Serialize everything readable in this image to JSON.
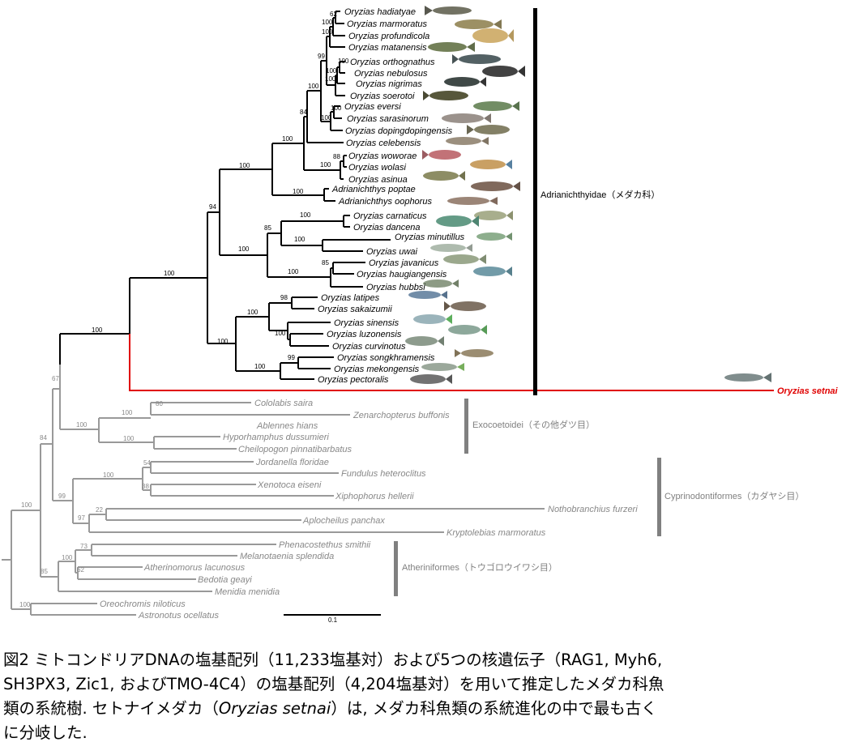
{
  "taxa": {
    "hadiatyae": "Oryzias hadiatyae",
    "marmoratus": "Oryzias marmoratus",
    "profundicola": "Oryzias profundicola",
    "matanensis": "Oryzias matanensis",
    "orthognathus": "Oryzias orthognathus",
    "nebulosus": "Oryzias nebulosus",
    "nigrimas": "Oryzias nigrimas",
    "soerotoi": "Oryzias soerotoi",
    "eversi": "Oryzias eversi",
    "sarasinorum": "Oryzias sarasinorum",
    "dopingdopingensis": "Oryzias dopingdopingensis",
    "celebensis": "Oryzias celebensis",
    "woworae": "Oryzias woworae",
    "wolasi": "Oryzias wolasi",
    "asinua": "Oryzias asinua",
    "poptae": "Adrianichthys poptae",
    "oophorus": "Adrianichthys oophorus",
    "carnaticus": "Oryzias carnaticus",
    "dancena": "Oryzias dancena",
    "minutillus": "Oryzias minutillus",
    "uwai": "Oryzias uwai",
    "javanicus": "Oryzias javanicus",
    "haugiangensis": "Oryzias haugiangensis",
    "hubbsi": "Oryzias hubbsi",
    "latipes": "Oryzias latipes",
    "sakaizumii": "Oryzias sakaizumii",
    "sinensis": "Oryzias sinensis",
    "luzonensis": "Oryzias luzonensis",
    "curvinotus": "Oryzias curvinotus",
    "songkhramensis": "Oryzias songkhramensis",
    "mekongensis": "Oryzias mekongensis",
    "pectoralis": "Oryzias pectoralis",
    "setnai": "Oryzias setnai",
    "saira": "Cololabis saira",
    "buffonis": "Zenarchopterus buffonis",
    "hians": "Ablennes hians",
    "dussumieri": "Hyporhamphus dussumieri",
    "pinnatibarbatus": "Cheilopogon pinnatibarbatus",
    "floridae": "Jordanella floridae",
    "heteroclitus": "Fundulus heteroclitus",
    "eiseni": "Xenotoca eiseni",
    "hellerii": "Xiphophorus hellerii",
    "furzeri": "Nothobranchius furzeri",
    "panchax": "Aplocheilus panchax",
    "kmarmoratus": "Kryptolebias marmoratus",
    "smithii": "Phenacostethus smithii",
    "splendida": "Melanotaenia splendida",
    "lacunosus": "Atherinomorus lacunosus",
    "geayi": "Bedotia geayi",
    "menidia": "Menidia menidia",
    "niloticus": "Oreochromis niloticus",
    "ocellatus": "Astronotus ocellatus"
  },
  "support": {
    "s62": "62",
    "s100a": "100",
    "s100b": "100",
    "s99a": "99",
    "s100c": "100",
    "s100d": "100",
    "s100e": "100",
    "s100f": "100",
    "s84a": "84",
    "s100g": "100",
    "s100h": "100",
    "s88": "88",
    "s100i": "100",
    "s100j": "100",
    "s94": "94",
    "s85a": "85",
    "s100k": "100",
    "s100l": "100",
    "s100m": "100",
    "s85b": "85",
    "s100n": "100",
    "s100o": "100",
    "s98": "98",
    "s100p": "100",
    "s99b": "99",
    "s100q": "100",
    "s100r": "100",
    "s100s": "100",
    "o67": "67",
    "o80": "80",
    "o100a": "100",
    "o100b": "100",
    "o100c": "100",
    "o84": "84",
    "o54": "54",
    "o38": "38",
    "o100d": "100",
    "o22": "22",
    "o97": "97",
    "o99": "99",
    "o73": "73",
    "o62": "62",
    "o100e": "100",
    "o85": "85",
    "o100f": "100",
    "o100g": "100"
  },
  "groups": {
    "adrianichthyidae": "Adrianichthyidae（メダカ科）",
    "exocoetoidei": "Exocoetoidei（その他ダツ目）",
    "cyprinodontiformes": "Cyprinodontiformes（カダヤシ目）",
    "atheriniformes": "Atheriniformes（トウゴロウイワシ目）"
  },
  "scale_bar": "0.1",
  "colors": {
    "ingroup": "#000000",
    "outgroup": "#999999",
    "highlight": "#e00000",
    "group_bar": "#808080"
  },
  "caption": {
    "line1": "図2 ミトコンドリアDNAの塩基配列（11,233塩基対）および5つの核遺伝子（RAG1, Myh6,",
    "line2": "SH3PX3, Zic1, およびTMO-4C4）の塩基配列（4,204塩基対）を用いて推定したメダカ科魚",
    "line3a": "類の系統樹. セトナイメダカ（",
    "line3i": "Oryzias setnai",
    "line3b": "）は, メダカ科魚類の系統進化の中で最も古く",
    "line4": "に分岐した."
  }
}
